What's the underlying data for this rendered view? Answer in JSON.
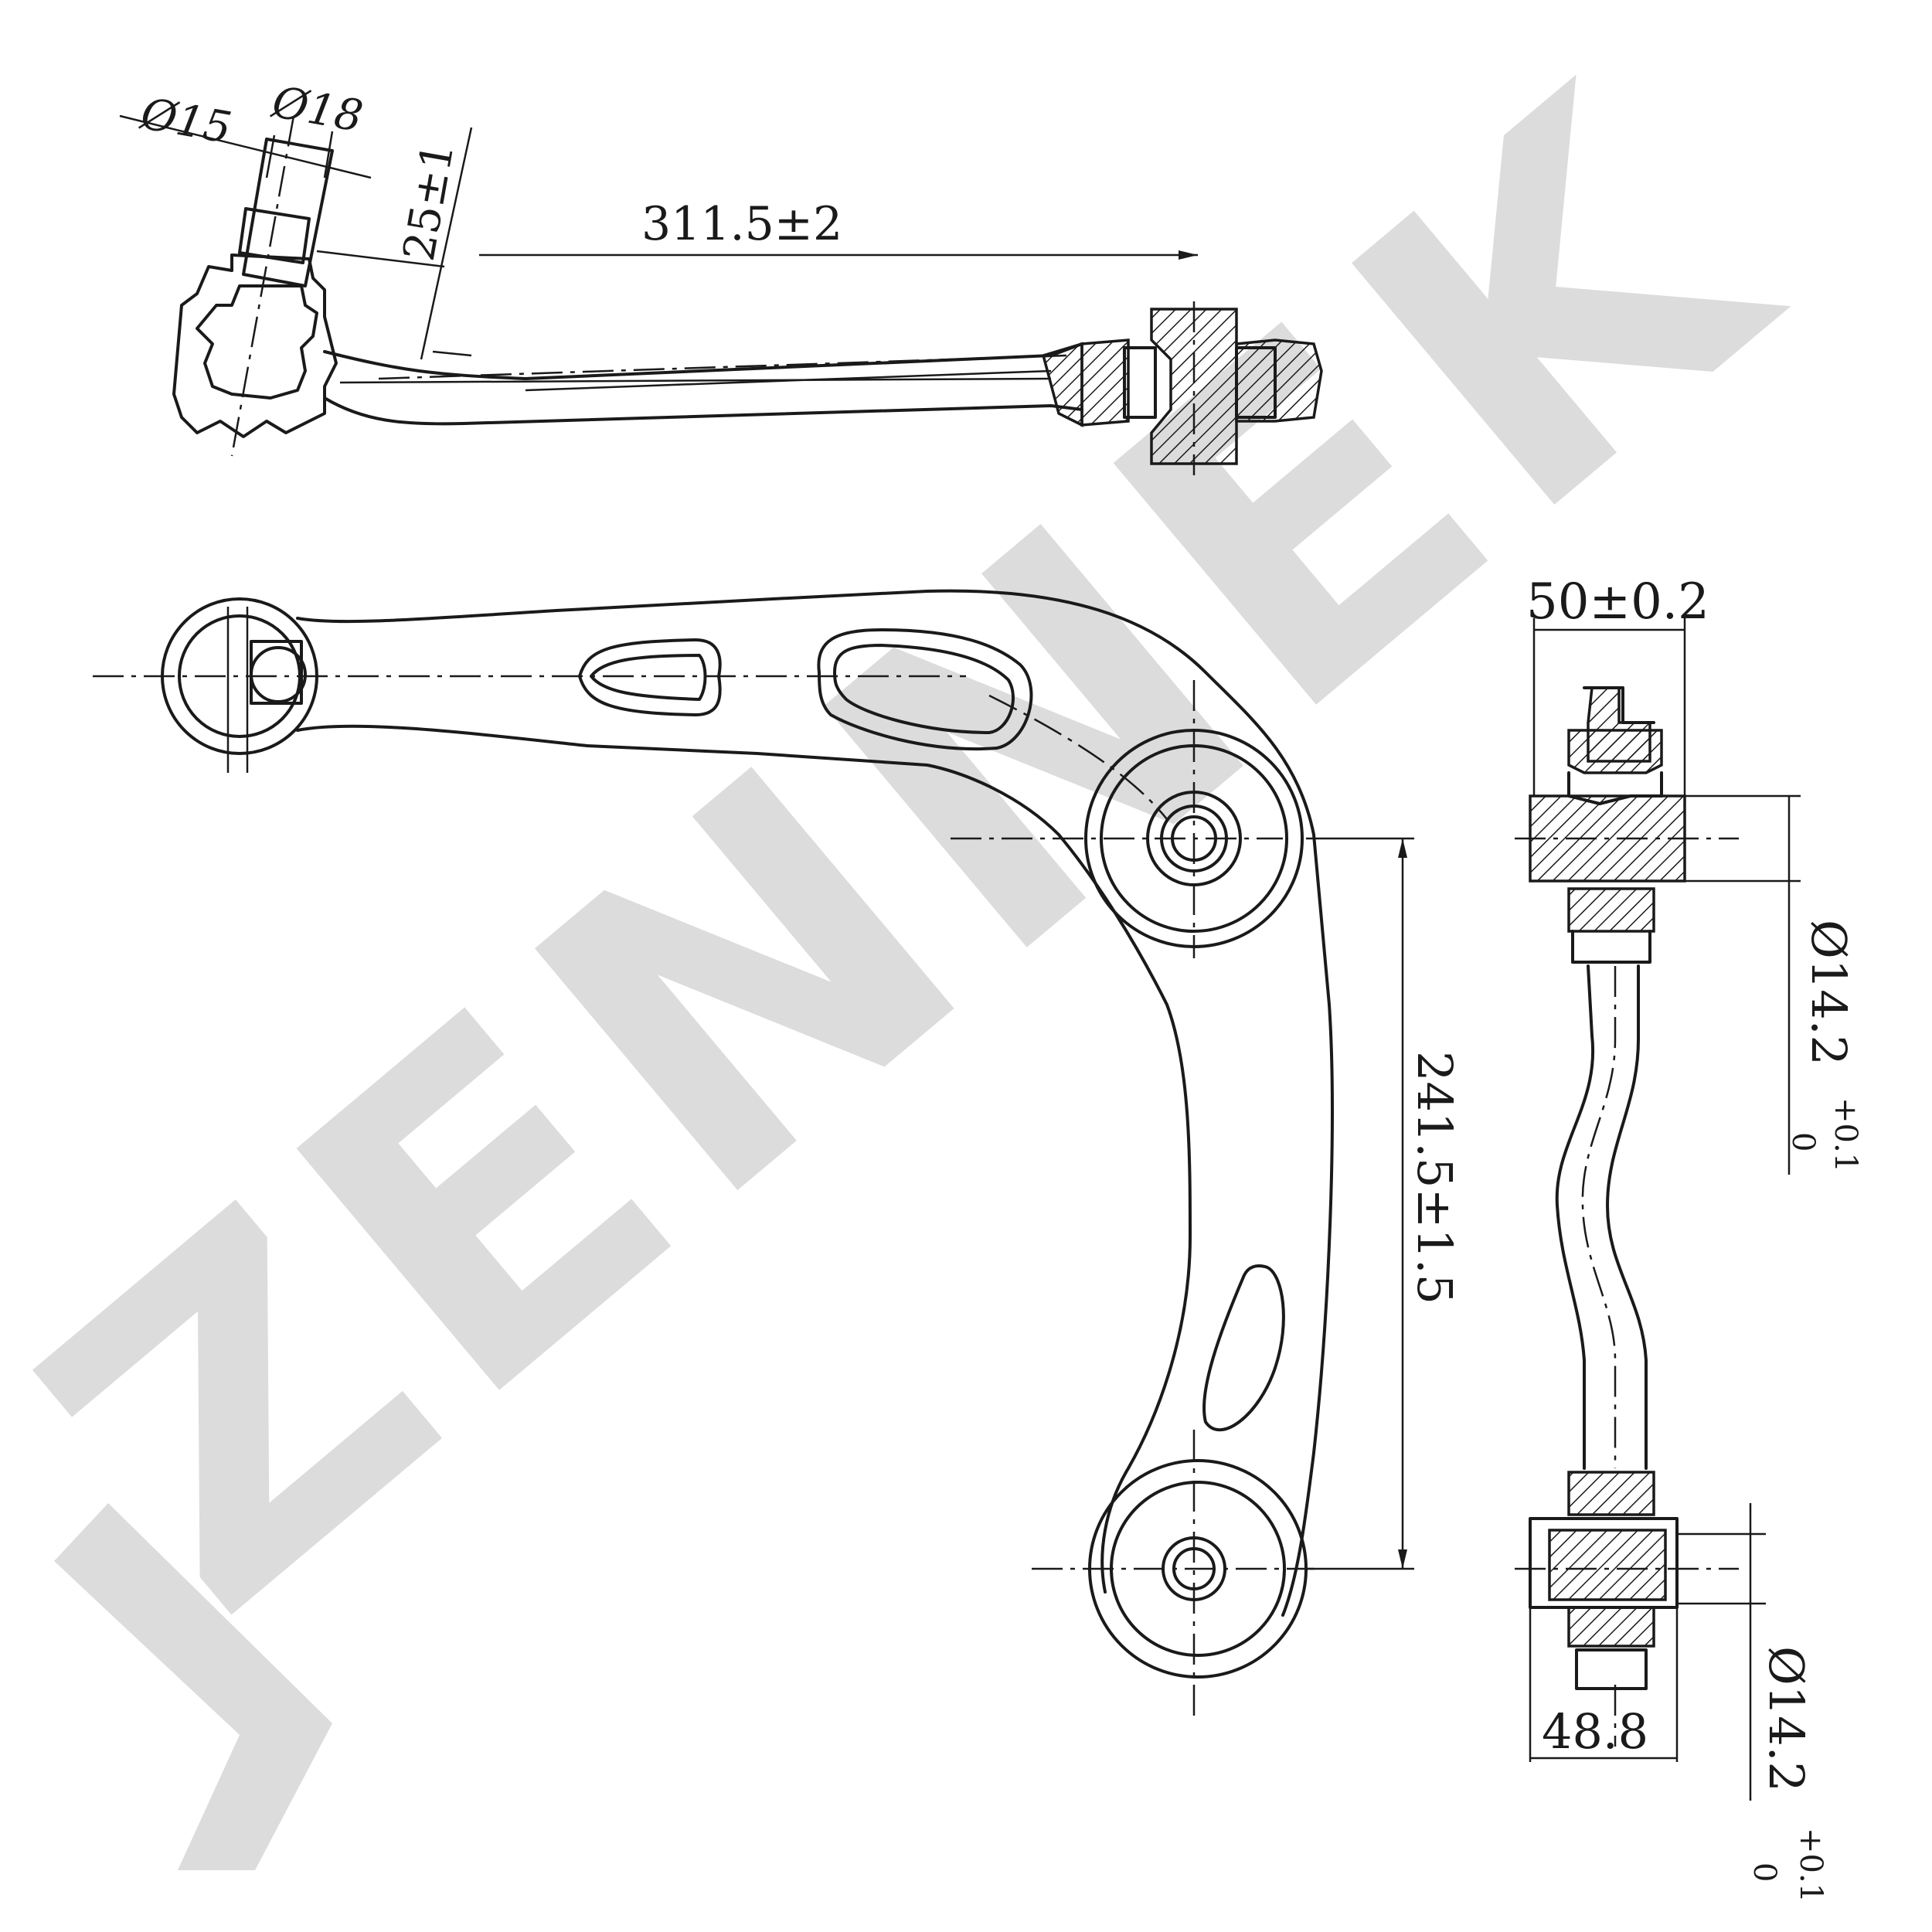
{
  "watermark": {
    "text": "ZENNEK",
    "color": "#dcdcdc"
  },
  "dimensions": {
    "dia_15": "Ø15",
    "dia_18": "Ø18",
    "height_25": "25±1",
    "length_311": "311.5±2",
    "width_50": "50±0.2",
    "length_241": "241.5±1.5",
    "bush_dia_top": "Ø14.2",
    "bush_dia_top_tol_upper": "+0.1",
    "bush_dia_top_tol_lower": "0",
    "width_48": "48.8",
    "bush_dia_bottom": "Ø14.2",
    "bush_dia_bottom_tol_upper": "+0.1",
    "bush_dia_bottom_tol_lower": "0"
  },
  "colors": {
    "line": "#1a1a1a",
    "background": "#ffffff"
  }
}
